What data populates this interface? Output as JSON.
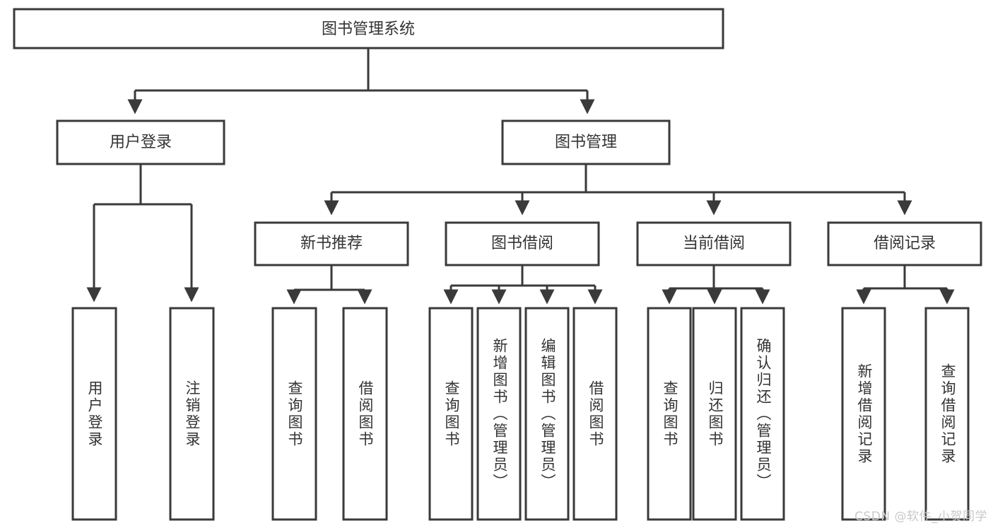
{
  "diagram": {
    "title": "图书管理系统",
    "type": "tree",
    "orientation": "top-down",
    "colors": {
      "box_stroke": "#3a3a3a",
      "box_fill": "#ffffff",
      "line": "#3a3a3a",
      "text": "#333333",
      "background": "#ffffff",
      "watermark": "#c9c9c9"
    },
    "root": {
      "label": "图书管理系统"
    },
    "level2": [
      {
        "label": "用户登录"
      },
      {
        "label": "图书管理"
      }
    ],
    "level3": [
      {
        "label": "新书推荐"
      },
      {
        "label": "图书借阅"
      },
      {
        "label": "当前借阅"
      },
      {
        "label": "借阅记录"
      }
    ],
    "leaves": {
      "user_login": [
        {
          "label": "用户登录"
        },
        {
          "label": "注销登录"
        }
      ],
      "new_book_recommend": [
        {
          "label": "查询图书"
        },
        {
          "label": "借阅图书"
        }
      ],
      "book_borrow": [
        {
          "label": "查询图书"
        },
        {
          "label": "新增图书（管理员）"
        },
        {
          "label": "编辑图书（管理员）"
        },
        {
          "label": "借阅图书"
        }
      ],
      "current_borrow": [
        {
          "label": "查询图书"
        },
        {
          "label": "归还图书"
        },
        {
          "label": "确认归还（管理员）"
        }
      ],
      "borrow_record": [
        {
          "label": "新增借阅记录"
        },
        {
          "label": "查询借阅记录"
        }
      ]
    }
  },
  "watermark": {
    "text": "CSDN @软件_小贺同学"
  }
}
